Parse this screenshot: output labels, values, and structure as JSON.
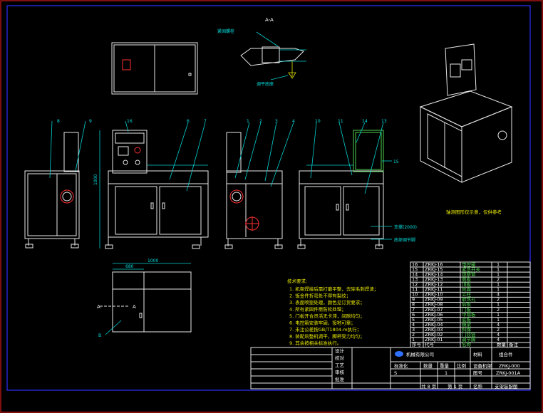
{
  "section_title": "A-A",
  "callout_numbers": {
    "n8": "8",
    "n9": "9",
    "n16": "16",
    "n6": "6",
    "n7": "7",
    "n1": "1",
    "n2": "2",
    "n3": "3",
    "n4": "4",
    "n10": "10",
    "n11": "11",
    "n14": "14",
    "n13": "13",
    "n15": "15"
  },
  "section_marks": {
    "a_left": "A",
    "a_right": "A",
    "b_mark": "B"
  },
  "dimension_text": {
    "front_height": "1000",
    "plan_width": "1000",
    "plan_inner": "680"
  },
  "top_notes": [
    "紧固螺栓",
    "调平底座"
  ],
  "remark": "轴测图形仅示意，仅供参考",
  "side_notes": [
    "支撑(2000)",
    "底部调节脚"
  ],
  "tech_title": "技术要求:",
  "tech_lines": [
    "1. 机架焊接后需打磨平整，去除毛刺焊渣；",
    "2. 钣金件折弯处不得有裂纹；",
    "3. 表面喷塑处理，颜色见订货要求；",
    "4. 所有紧固件需防松处理；",
    "5. 门板开合灵活无卡滞，间隙均匀；",
    "6. 电控箱安装牢固，接地可靠；",
    "7. 未注公差按GB/T1804-m执行；",
    "8. 装配后整机调平，脚杯受力均匀；",
    "9. 其余按相关标准执行。"
  ],
  "bom_rows": [
    [
      "16",
      "ZRKJ-16",
      "电控箱",
      "1",
      ""
    ],
    [
      "15",
      "ZRKJ-15",
      "紧急开关",
      "1",
      ""
    ],
    [
      "14",
      "ZRKJ-14",
      "观察窗",
      "1",
      ""
    ],
    [
      "13",
      "ZRKJ-13",
      "侧板",
      "2",
      ""
    ],
    [
      "12",
      "ZRKJ-12",
      "顶板",
      "1",
      ""
    ],
    [
      "11",
      "ZRKJ-11",
      "台面",
      "1",
      ""
    ],
    [
      "10",
      "ZRKJ-10",
      "立柱",
      "4",
      ""
    ],
    [
      "9",
      "ZRKJ-09",
      "散热孔",
      "2",
      ""
    ],
    [
      "8",
      "ZRKJ-08",
      "后板",
      "1",
      ""
    ],
    [
      "7",
      "ZRKJ-07",
      "门板",
      "2",
      ""
    ],
    [
      "6",
      "ZRKJ-06",
      "中隔板",
      "1",
      ""
    ],
    [
      "5",
      "ZRKJ-05",
      "底板",
      "1",
      ""
    ],
    [
      "4",
      "ZRKJ-04",
      "横梁",
      "4",
      ""
    ],
    [
      "3",
      "ZRKJ-03",
      "斜撑",
      "2",
      ""
    ],
    [
      "2",
      "ZRKJ-02",
      "门铰链",
      "4",
      ""
    ],
    [
      "1",
      "ZRKJ-01",
      "调节脚",
      "4",
      ""
    ]
  ],
  "bom_header": [
    "序号",
    "代号",
    "名称",
    "数量",
    "备注"
  ],
  "title_block": {
    "design": "设计",
    "check": "校对",
    "process": "工艺",
    "audit": "审核",
    "approve": "批准",
    "company": "机械有限公司",
    "material_label": "材料",
    "material_value": "组合件",
    "std_mark": "标准化",
    "qty_label": "数量",
    "weight_label": "重量",
    "scale_label": "比例",
    "drawing_no": "ZRKJ-000",
    "model": "设备机架",
    "part_no_label": "图号",
    "part_no": "ZRKJ-001A",
    "sheet_total": "共 8 页",
    "sheet_no": "第 1 页",
    "name_label": "名称",
    "name_value": "支架装配图",
    "scale_value": "1",
    "rev": "S"
  }
}
